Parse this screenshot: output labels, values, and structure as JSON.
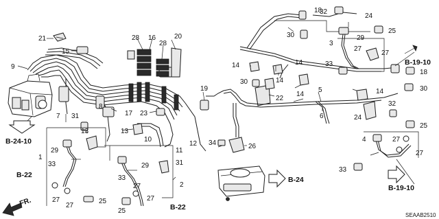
{
  "diagram_code": "SEAAB2510",
  "front_label": "FR.",
  "references": {
    "b24_10": "B-24-10",
    "b22_left": "B-22",
    "b22_bottom": "B-22",
    "b24": "B-24",
    "b19_10_top": "B-19-10",
    "b19_10_bottom": "B-19-10"
  },
  "callouts": {
    "c1": "1",
    "c2": "2",
    "c3": "3",
    "c4": "4",
    "c5": "5",
    "c6": "6",
    "c7": "7",
    "c8": "8",
    "c9": "9",
    "c10": "10",
    "c11": "11",
    "c12": "12",
    "c13a": "13",
    "c13b": "13",
    "c14a": "14",
    "c14b": "14",
    "c14c": "14",
    "c14d": "14",
    "c14e": "14",
    "c15": "15",
    "c16": "16",
    "c17": "17",
    "c18a": "18",
    "c18b": "18",
    "c19": "19",
    "c20": "20",
    "c21": "21",
    "c22": "22",
    "c23": "23",
    "c24a": "24",
    "c24b": "24",
    "c25a": "25",
    "c25b": "25",
    "c25c": "25",
    "c25d": "25",
    "c26": "26",
    "c27a": "27",
    "c27b": "27",
    "c27c": "27",
    "c27d": "27",
    "c27e": "27",
    "c27f": "27",
    "c27g": "27",
    "c27h": "27",
    "c28a": "28",
    "c28b": "28",
    "c29a": "29",
    "c29b": "29",
    "c29c": "29",
    "c30a": "30",
    "c30b": "30",
    "c30c": "30",
    "c31a": "31",
    "c31b": "31",
    "c32a": "32",
    "c32b": "32",
    "c33a": "33",
    "c33b": "33",
    "c33c": "33",
    "c33d": "33",
    "c34": "34"
  }
}
